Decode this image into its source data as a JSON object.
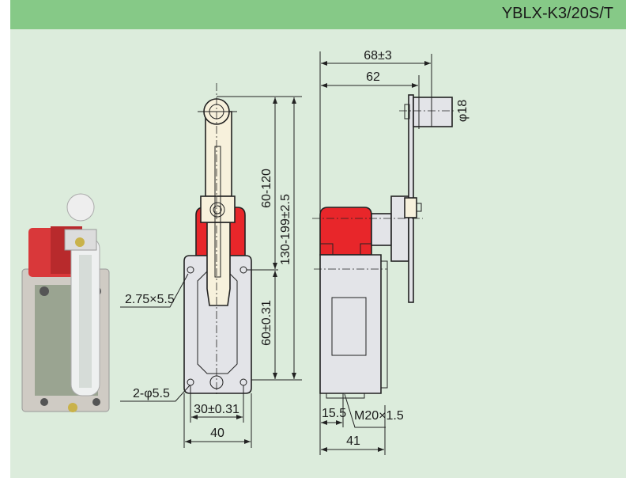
{
  "header": {
    "title": "YBLX-K3/20S/T"
  },
  "front_view": {
    "dims": {
      "lever_range": "60-120",
      "total_height": "130-199±2.5",
      "hole_spacing_v": "60±0.31",
      "hole_spacing_h": "30±0.31",
      "width": "40",
      "slot": "2.75×5.5",
      "holes": "2-φ5.5"
    }
  },
  "side_view": {
    "dims": {
      "reach": "68±3",
      "reach_min": "62",
      "roller_dia": "φ18",
      "conduit_offset": "15.5",
      "thread": "M20×1.5",
      "depth": "41"
    }
  },
  "colors": {
    "header": "#86c987",
    "background": "#dcecdc",
    "cap": "#e8262a",
    "body": "#e3e4e8",
    "lever": "#f7f1dc"
  }
}
